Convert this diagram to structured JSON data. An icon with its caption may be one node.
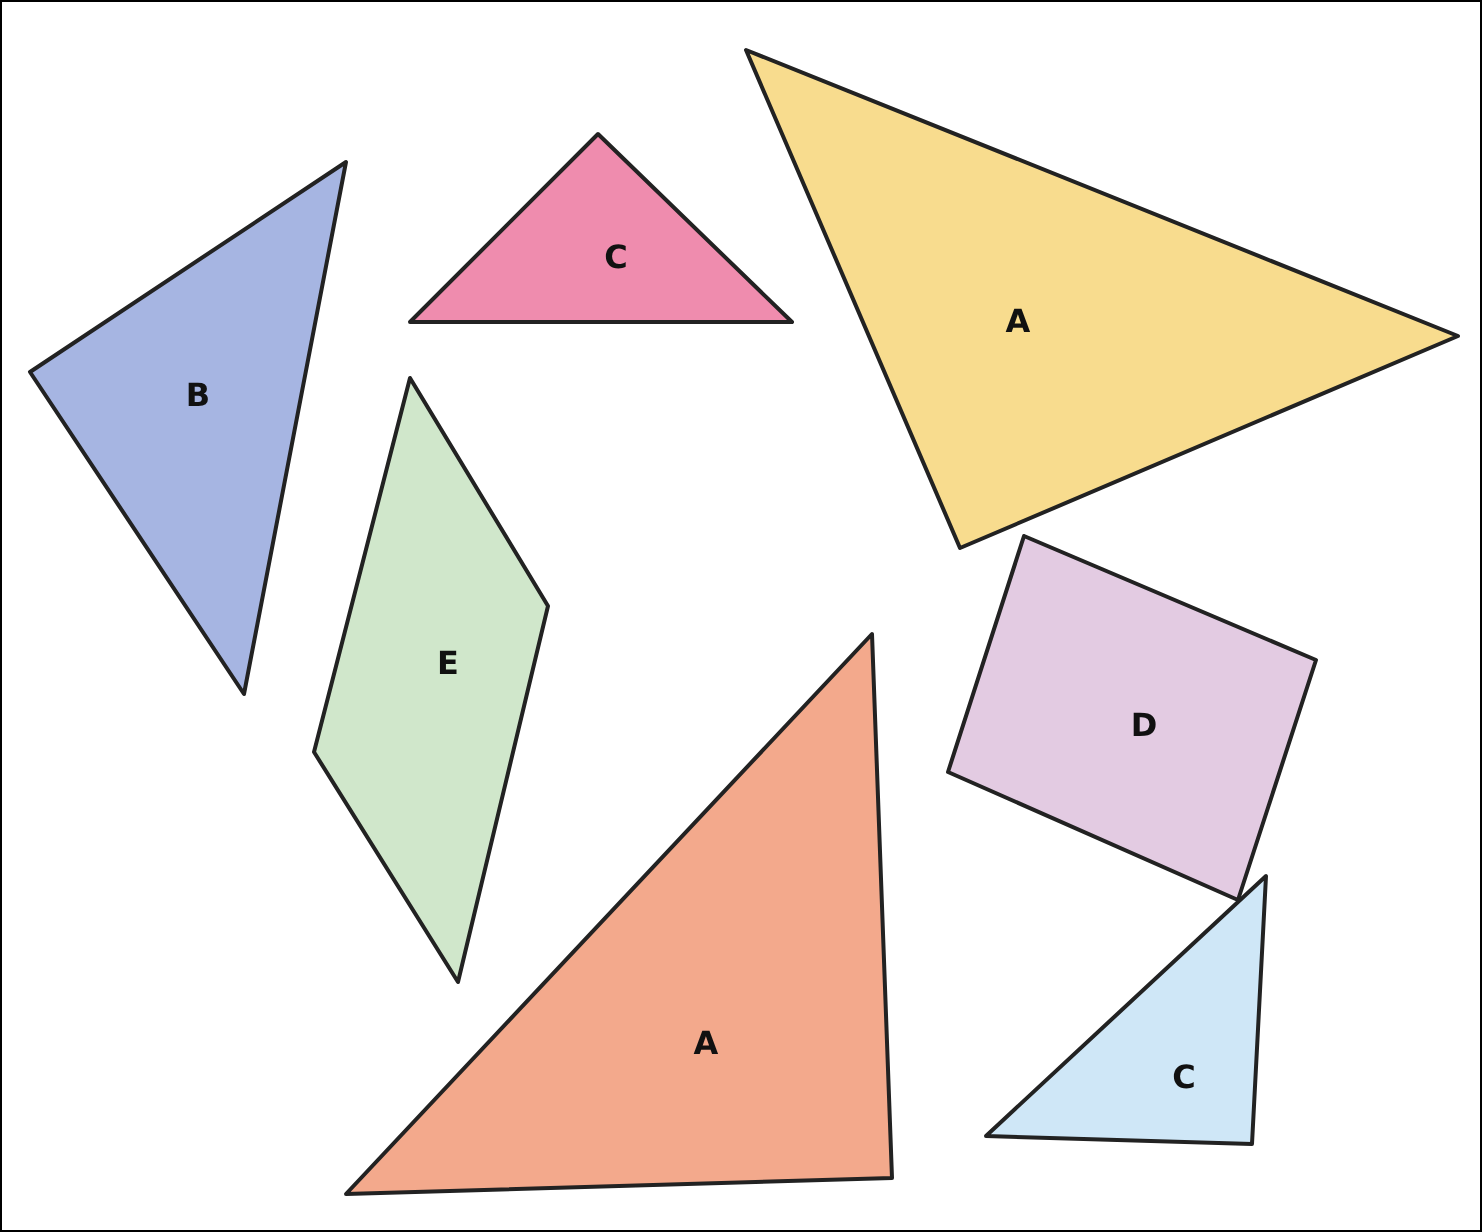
{
  "diagram": {
    "nodes": [
      {
        "text": [
          "B"
        ]
      },
      {
        "text": [
          "C"
        ]
      },
      {
        "text": [
          "A"
        ]
      },
      {
        "text": [
          "E"
        ]
      },
      {
        "text": [
          "D"
        ]
      },
      {
        "text": [
          "A"
        ]
      },
      {
        "text": [
          "C"
        ]
      }
    ]
  }
}
